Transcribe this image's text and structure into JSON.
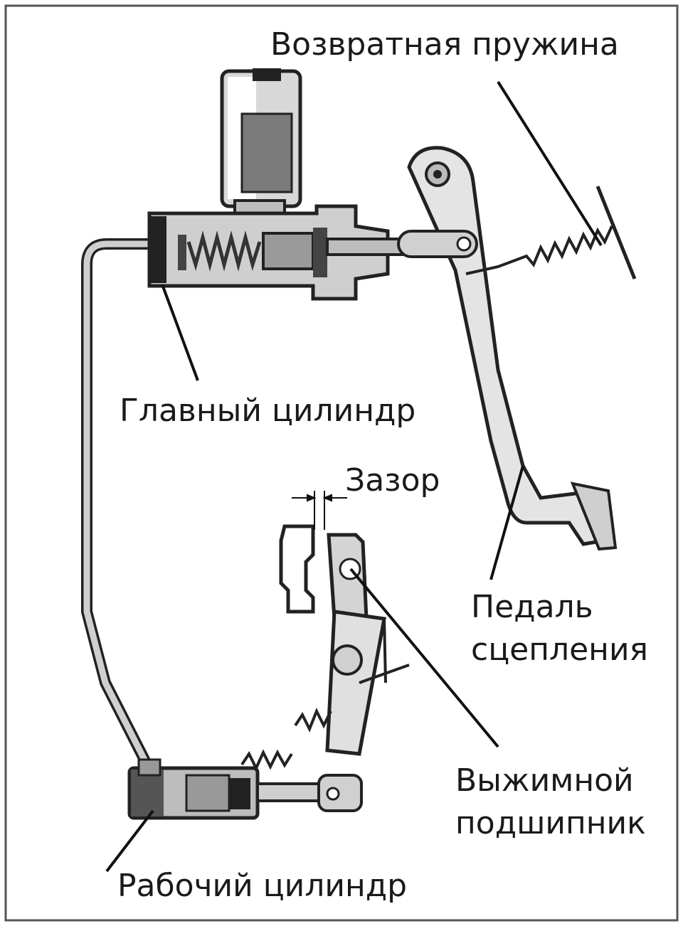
{
  "labels": {
    "return_spring": "Возвратная пружина",
    "master_cylinder": "Главный цилиндр",
    "gap": "Зазор",
    "clutch_pedal_line1": "Педаль",
    "clutch_pedal_line2": "сцепления",
    "release_bearing_line1": "Выжимной",
    "release_bearing_line2": "подшипник",
    "slave_cylinder": "Рабочий цилиндр"
  }
}
